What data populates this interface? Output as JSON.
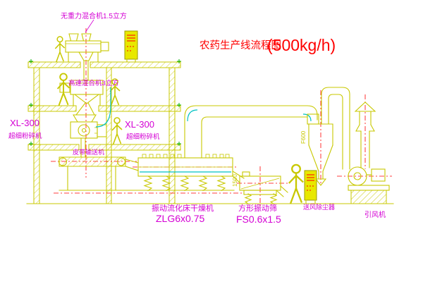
{
  "title": {
    "name": "农药生产线流程图",
    "capacity": "(500kg/h)"
  },
  "labels": {
    "gravity_mixer": "无重力混合机1.5立方",
    "high_speed_mixer": "高速混合机3立方",
    "mill_left_model": "XL-300",
    "mill_left_name": "超细粉碎机",
    "mill_center_model": "XL-300",
    "mill_center_name": "超细粉碎机",
    "belt_conveyor": "皮带输送机",
    "dryer_name": "振动流化床干燥机",
    "dryer_model": "ZLG6x0.75",
    "screen_name": "方形振动筛",
    "screen_model": "FS0.6x1.5",
    "dust_collector": "送风除尘器",
    "induced_fan": "引风机"
  },
  "dimensions": {
    "cyclone_diameter": "F600",
    "screen_width": "1500"
  },
  "colors": {
    "yellow": "#c8c800",
    "cyan": "#00c2c2",
    "magenta": "#d400d4",
    "red": "#ff0000",
    "green": "#00b000"
  }
}
